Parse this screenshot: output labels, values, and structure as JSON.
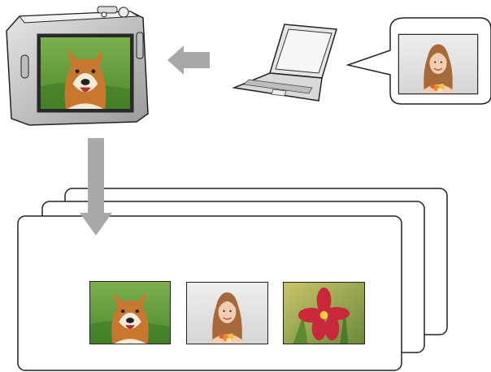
{
  "diagram": {
    "source_device": "laptop-icon",
    "target_device": "camera-icon",
    "transfer_arrow": "arrow-left-icon",
    "output_arrow": "arrow-down-icon",
    "callout_photo": "portrait-photo",
    "camera_screen_photo": "dog-photo",
    "stacked_pages": 3,
    "thumbnails": [
      {
        "name": "thumbnail-dog",
        "photo": "dog-photo"
      },
      {
        "name": "thumbnail-portrait",
        "photo": "portrait-photo"
      },
      {
        "name": "thumbnail-flower",
        "photo": "flower-photo"
      }
    ],
    "colors": {
      "arrow": "#9e9e9e",
      "outline": "#222222",
      "camera_body": "#cfcfcf",
      "grass": "#5d9a3a",
      "dog_fur": "#c8782e",
      "portrait_bg": "#dcdcdc",
      "flower": "#c8283a"
    }
  }
}
